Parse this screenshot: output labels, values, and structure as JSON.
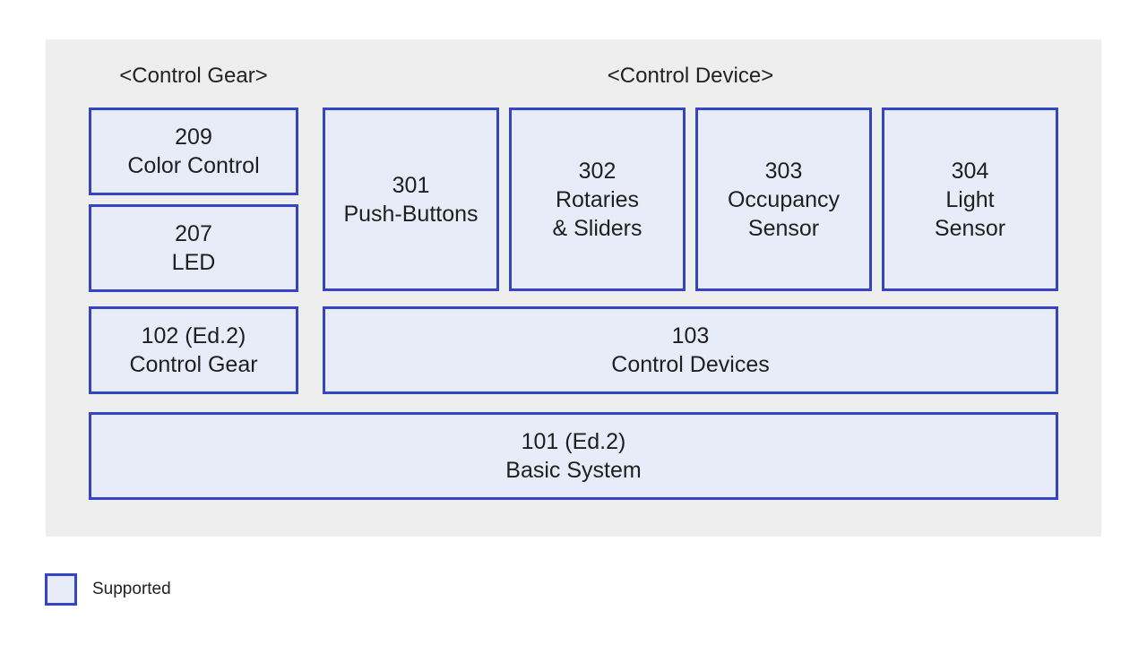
{
  "colors": {
    "panel_background": "#eeeeee",
    "box_border": "#3345c4",
    "box_fill": "#e7ecf8",
    "text": "#1f1f1f"
  },
  "groups": {
    "control_gear": "<Control Gear>",
    "control_device": "<Control Device>"
  },
  "boxes": {
    "b209": {
      "code": "209",
      "name": "Color Control"
    },
    "b207": {
      "code": "207",
      "name": "LED"
    },
    "b301": {
      "code": "301",
      "name": "Push-Buttons"
    },
    "b302": {
      "code": "302",
      "line1": "Rotaries",
      "line2": "& Sliders"
    },
    "b303": {
      "code": "303",
      "line1": "Occupancy",
      "line2": "Sensor"
    },
    "b304": {
      "code": "304",
      "line1": "Light",
      "line2": "Sensor"
    },
    "b102": {
      "code": "102 (Ed.2)",
      "name": "Control Gear"
    },
    "b103": {
      "code": "103",
      "name": "Control Devices"
    },
    "b101": {
      "code": "101 (Ed.2)",
      "name": "Basic System"
    }
  },
  "legend": {
    "label": "Supported"
  }
}
